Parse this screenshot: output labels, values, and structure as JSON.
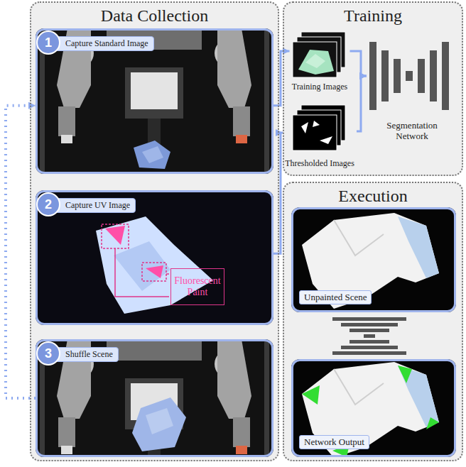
{
  "diagram": {
    "nodes": [
      {
        "text": [
          "Data Collection"
        ]
      },
      {
        "text": [
          "Capture Standard Image"
        ],
        "in": 0
      },
      {
        "text": [
          "1"
        ],
        "in": 1
      },
      {
        "text": [
          "Capture UV Image"
        ],
        "in": 0
      },
      {
        "text": [
          "2"
        ],
        "in": 3
      },
      {
        "text": [
          "Fluorescent Paint"
        ],
        "in": 3
      },
      {
        "text": [
          "Shuffle Scene"
        ],
        "in": 0
      },
      {
        "text": [
          "3"
        ],
        "in": 6
      },
      {
        "text": [
          "Training"
        ]
      },
      {
        "text": [
          "Training Images"
        ],
        "in": 8
      },
      {
        "text": [
          "Thresholded Images"
        ],
        "in": 8
      },
      {
        "text": [
          "Segmentation Network"
        ],
        "in": 8
      },
      {
        "text": [
          "Execution"
        ]
      },
      {
        "text": [
          "Unpainted Scene"
        ],
        "in": 12
      },
      {
        "text": [
          "Network Output"
        ],
        "in": 12
      }
    ],
    "edges": [
      {
        "from": 6,
        "to": 1,
        "arrow": "to"
      },
      {
        "from": 1,
        "to": 9,
        "arrow": "to"
      },
      {
        "from": 3,
        "to": 10,
        "arrow": "to"
      },
      {
        "from": 9,
        "to": 11,
        "arrow": "to"
      },
      {
        "from": 10,
        "to": 11,
        "arrow": "to"
      }
    ]
  }
}
